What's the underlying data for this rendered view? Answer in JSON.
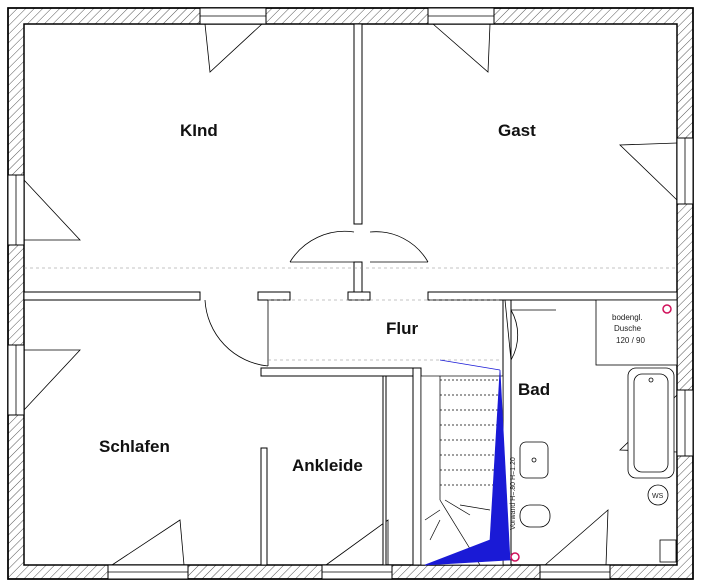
{
  "rooms": {
    "kind": "KInd",
    "gast": "Gast",
    "flur": "Flur",
    "bad": "Bad",
    "schlafen": "Schlafen",
    "ankleide": "Ankleide"
  },
  "shower": {
    "line1": "bodengl.",
    "line2": "Dusche",
    "line3": "120 / 90"
  },
  "wc_label": "WS",
  "stair_note": "Vorwand H=.80 H=1.20",
  "colors": {
    "wall_fill": "#ffffff",
    "wall_stroke": "#000000",
    "hatch": "#444444",
    "stair_blue": "#1a1ad6",
    "marker_pink": "#d0105a"
  },
  "icons": {
    "door_swing": "door-swing-icon",
    "window": "window-icon",
    "toilet": "toilet-icon",
    "sink": "sink-icon",
    "bathtub": "bathtub-icon",
    "washer": "washing-machine-icon"
  }
}
